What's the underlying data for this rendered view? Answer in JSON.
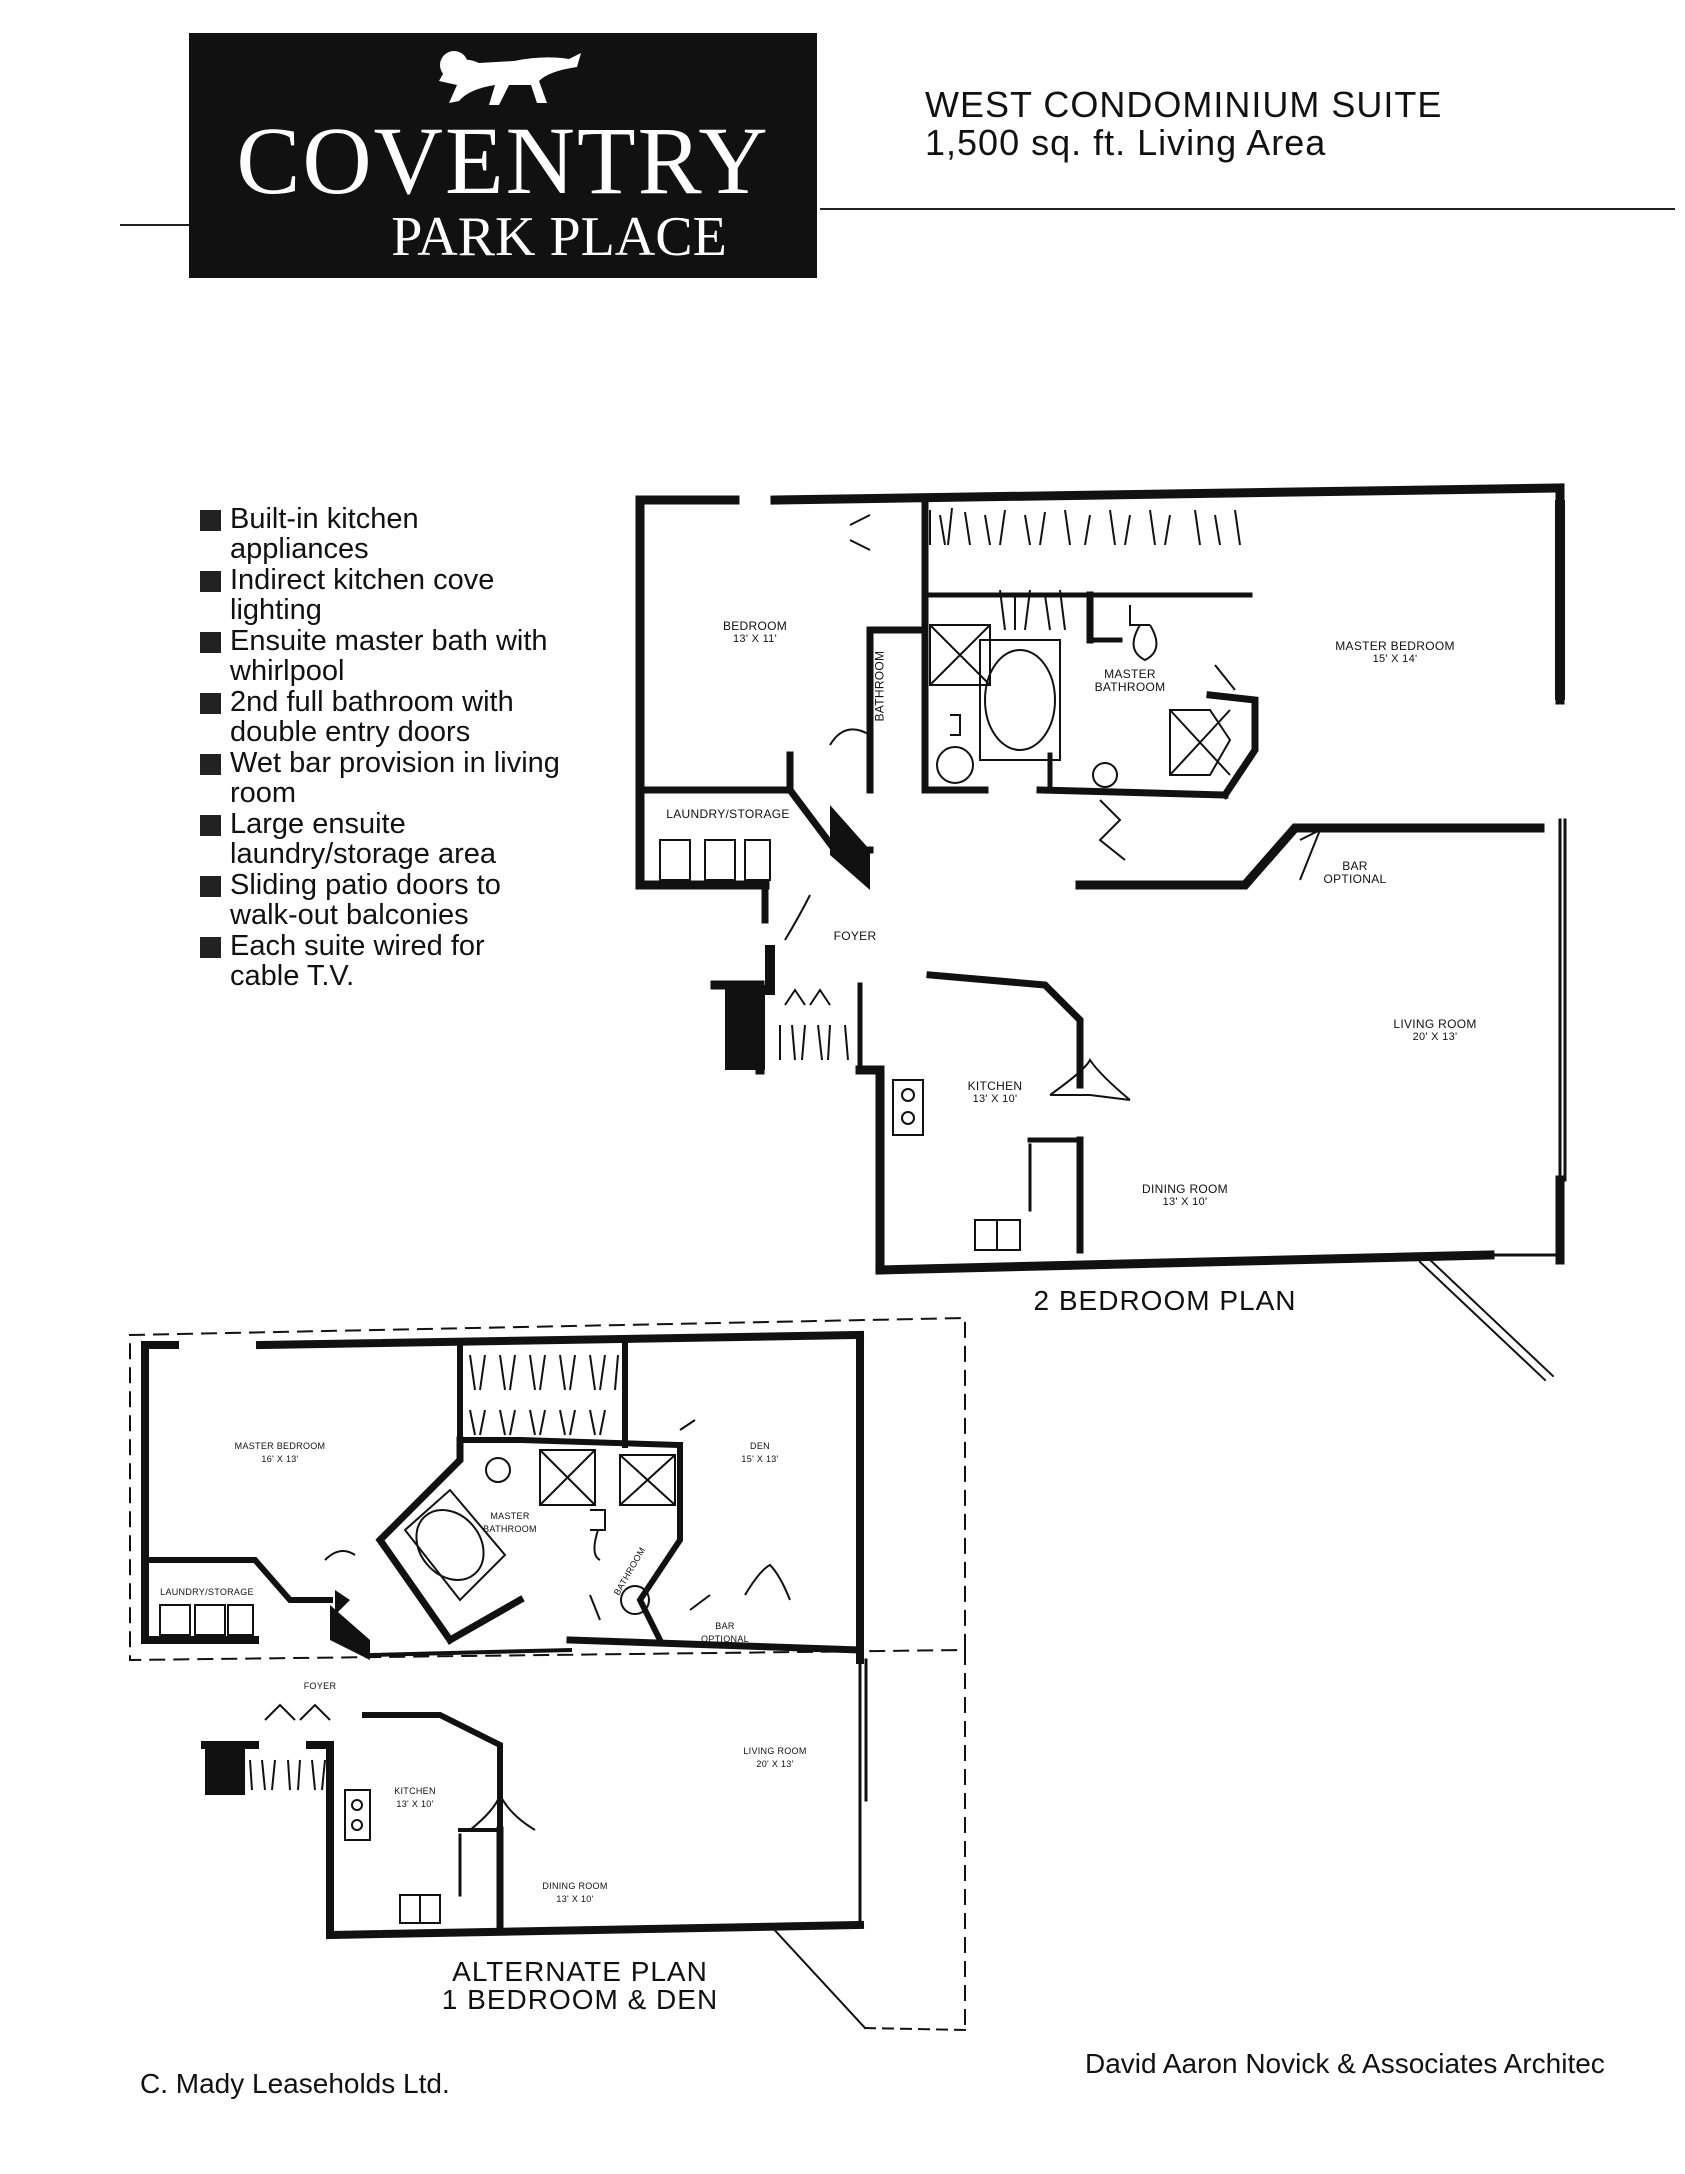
{
  "logo": {
    "brand": "COVENTRY",
    "subtitle": "PARK PLACE"
  },
  "header": {
    "title": "WEST CONDOMINIUM SUITE",
    "subtitle": "1,500 sq. ft. Living Area"
  },
  "features": [
    "Built-in kitchen appliances",
    "Indirect kitchen cove lighting",
    "Ensuite master bath with whirlpool",
    "2nd full bathroom with double entry doors",
    "Wet bar provision in living room",
    "Large ensuite laundry/storage area",
    "Sliding patio doors to walk-out balconies",
    "Each suite wired for cable T.V."
  ],
  "plan_main": {
    "caption": "2 BEDROOM PLAN",
    "rooms": {
      "bedroom": {
        "name": "BEDROOM",
        "dim": "13' x 11'"
      },
      "bathroom": {
        "name": "BATHROOM"
      },
      "master_bathroom": {
        "name": "MASTER BATHROOM"
      },
      "master_bedroom": {
        "name": "MASTER BEDROOM",
        "dim": "15' x 14'"
      },
      "laundry": {
        "name": "LAUNDRY/STORAGE"
      },
      "bar": {
        "name": "BAR OPTIONAL"
      },
      "foyer": {
        "name": "FOYER"
      },
      "living_room": {
        "name": "LIVING ROOM",
        "dim": "20' x 13'"
      },
      "kitchen": {
        "name": "KITCHEN",
        "dim": "13' x 10'"
      },
      "dining_room": {
        "name": "DINING ROOM",
        "dim": "13' x 10'"
      }
    }
  },
  "plan_alt": {
    "caption_line1": "ALTERNATE PLAN",
    "caption_line2": "1 BEDROOM & DEN",
    "rooms": {
      "master_bedroom": {
        "name": "MASTER BEDROOM",
        "dim": "16' x 13'"
      },
      "den": {
        "name": "DEN",
        "dim": "15' x 13'"
      },
      "master_bathroom": {
        "name": "MASTER BATHROOM"
      },
      "bathroom": {
        "name": "BATHROOM"
      },
      "laundry": {
        "name": "LAUNDRY/STORAGE"
      },
      "bar": {
        "name": "BAR OPTIONAL"
      },
      "foyer": {
        "name": "FOYER"
      },
      "living_room": {
        "name": "LIVING ROOM",
        "dim": "20' x 13'"
      },
      "kitchen": {
        "name": "KITCHEN",
        "dim": "13' x 10'"
      },
      "dining_room": {
        "name": "DINING ROOM",
        "dim": "13' x 10'"
      }
    }
  },
  "footer": {
    "left": "C. Mady Leaseholds Ltd.",
    "right": "David Aaron Novick & Associates Architec"
  }
}
